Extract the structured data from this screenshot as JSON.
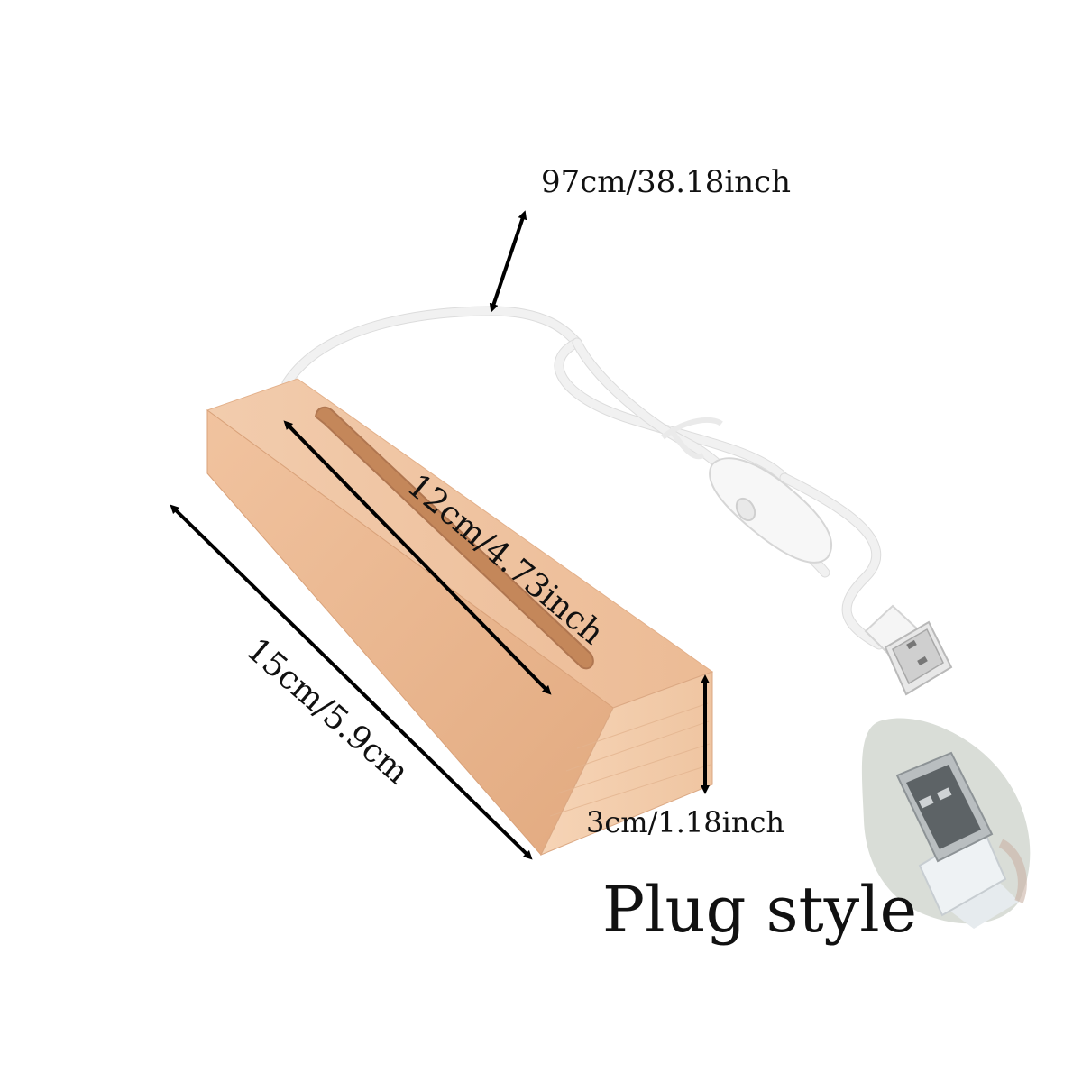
{
  "labels": {
    "cable_length": "97cm/38.18inch",
    "slot_length": "12cm/4.73inch",
    "base_length": "15cm/5.9cm",
    "base_height": "3cm/1.18inch",
    "plug_style": "Plug style"
  },
  "colors": {
    "background": "#ffffff",
    "wood_top": "#efc5a3",
    "wood_front": "#e8b590",
    "wood_side": "#f3cfae",
    "slot": "#c98b5c",
    "cable": "#f4f4f4",
    "arrow": "#000000"
  },
  "icons": {
    "usb_inset": "usb-plug-photo-icon",
    "switch": "inline-switch-icon"
  }
}
